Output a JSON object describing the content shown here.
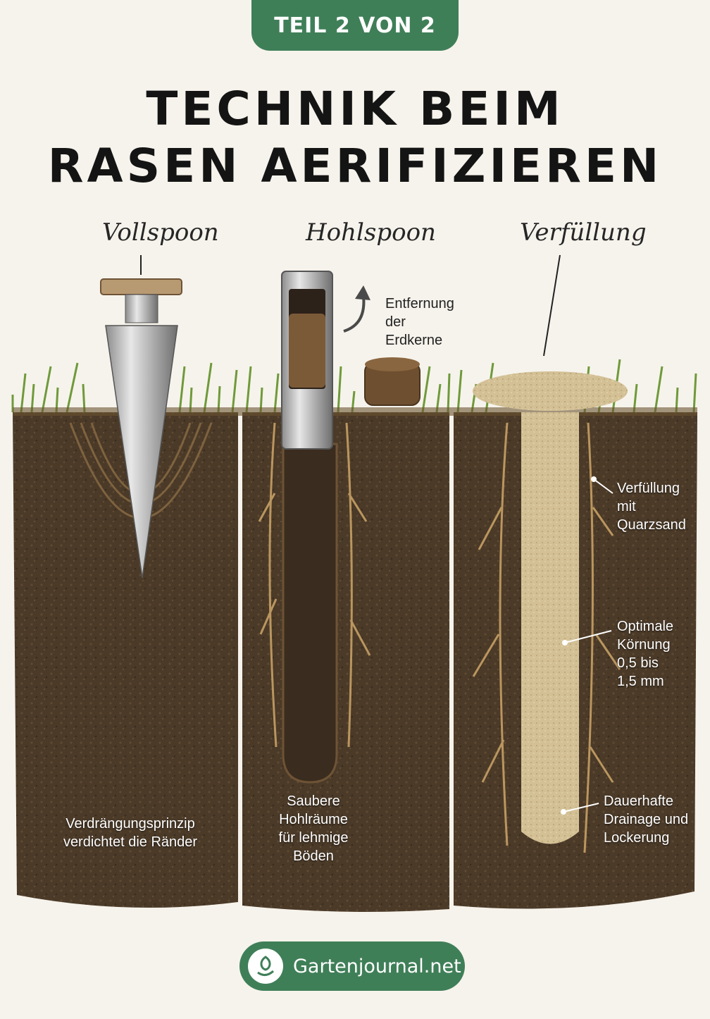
{
  "header": {
    "badge": "TEIL 2 VON 2"
  },
  "title": {
    "line1": "TECHNIK BEIM",
    "line2": "RASEN AERIFIZIEREN"
  },
  "panels": [
    {
      "name": "Vollspoon",
      "caption": [
        "Verdrängungsprinzip",
        "verdichtet die Ränder"
      ]
    },
    {
      "name": "Hohlspoon",
      "side_note": [
        "Entfernung",
        "der",
        "Erdkerne"
      ],
      "caption": [
        "Saubere",
        "Hohlräume",
        "für lehmige",
        "Böden"
      ]
    },
    {
      "name": "Verfüllung",
      "notes": [
        [
          "Verfüllung",
          "mit",
          "Quarzsand"
        ],
        [
          "Optimale",
          "Körnung",
          "0,5 bis",
          "1,5 mm"
        ],
        [
          "Dauerhafte",
          "Drainage und",
          "Lockerung"
        ]
      ]
    }
  ],
  "footer": {
    "brand": "Gartenjournal.net",
    "icon": "leaf-hand-icon"
  },
  "colors": {
    "accent": "#3f7f58",
    "soil": "#4a3a28",
    "sand": "#d6c49a",
    "grass": "#6f9a3a"
  }
}
